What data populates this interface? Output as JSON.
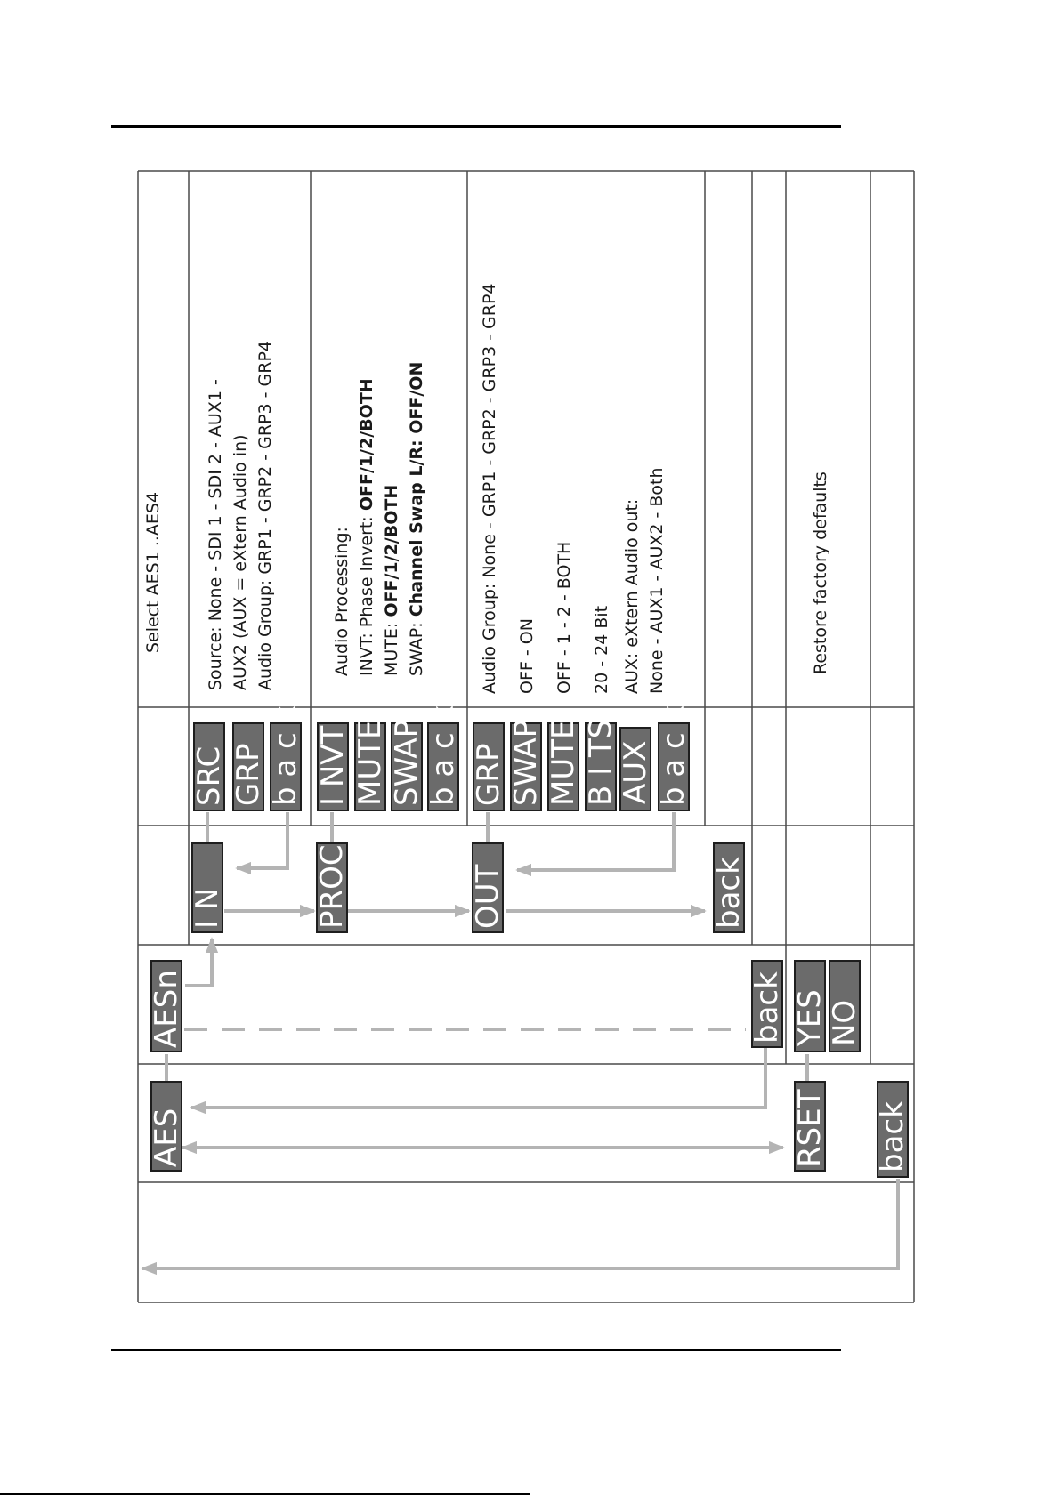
{
  "colors": {
    "button_fill": "#6b6b6b",
    "arrow": "#b4b4b4",
    "text": "#1a1a1a"
  },
  "menu": {
    "level0": {
      "aes": "AES",
      "back": "back"
    },
    "level1": {
      "aesn": "AESn",
      "rset": "RSET",
      "back": "back"
    },
    "level2": {
      "in": "I N",
      "proc": "PROC",
      "out": "OUT",
      "back": "back",
      "yes": "YES",
      "no": "NO"
    },
    "in_items": [
      "SRC",
      "GRP",
      "b a c k"
    ],
    "proc_items": [
      "I NVT",
      "MUTE",
      "SWAP",
      "b a c k"
    ],
    "out_items": [
      "GRP",
      "SWAP",
      "MUTE",
      "B I TS",
      "AUX",
      "b a c k"
    ]
  },
  "descriptions": {
    "select": "Select AES1 ..AES4",
    "in": {
      "line1": "Source: None - SDI 1 - SDI 2 - AUX1 -",
      "line2": "AUX2 (AUX = eXtern Audio in)",
      "line3": "Audio Group: GRP1 - GRP2 - GRP3 - GRP4"
    },
    "proc": {
      "line1": "Audio Processing:",
      "invt_label": "INVT: Phase Invert: ",
      "invt_value": "OFF/1/2/BOTH",
      "mute_label": "MUTE: ",
      "mute_value": "OFF/1/2/BOTH",
      "swap_label": "SWAP: ",
      "swap_value": "Channel Swap L/R: OFF/ON"
    },
    "out": {
      "line1": "Audio Group: None - GRP1 - GRP2 - GRP3 - GRP4",
      "line2": "OFF - ON",
      "line3": "OFF - 1 - 2 - BOTH",
      "line4": "20 - 24 Bit",
      "line5": "AUX: eXtern Audio out:",
      "line6": "None - AUX1 - AUX2 - Both"
    },
    "rset": "Restore factory defaults"
  }
}
